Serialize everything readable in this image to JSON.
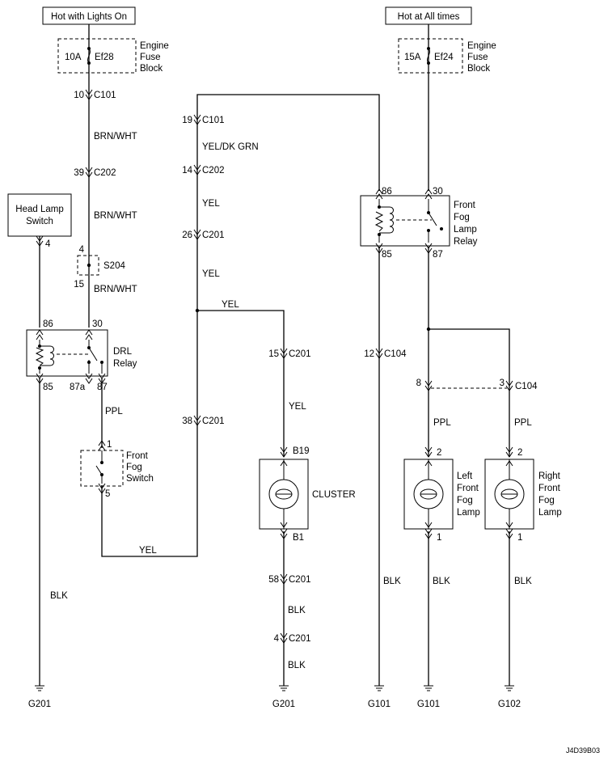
{
  "sources": {
    "left": "Hot with Lights On",
    "right": "Hot at All times"
  },
  "fuses": {
    "ef28": {
      "amp": "10A",
      "name": "Ef28",
      "label": [
        "Engine",
        "Fuse",
        "Block"
      ]
    },
    "ef24": {
      "amp": "15A",
      "name": "Ef24",
      "label": [
        "Engine",
        "Fuse",
        "Block"
      ]
    }
  },
  "components": {
    "head_lamp_switch": [
      "Head Lamp",
      "Switch"
    ],
    "drl_relay": [
      "DRL",
      "Relay"
    ],
    "front_fog_switch": [
      "Front",
      "Fog",
      "Switch"
    ],
    "cluster": "CLUSTER",
    "fog_relay": [
      "Front",
      "Fog",
      "Lamp",
      "Relay"
    ],
    "left_fog_lamp": [
      "Left",
      "Front",
      "Fog",
      "Lamp"
    ],
    "right_fog_lamp": [
      "Right",
      "Front",
      "Fog",
      "Lamp"
    ],
    "splice": "S204"
  },
  "pins": {
    "c101_a": "10",
    "c202_a": "39",
    "s204_in": "4",
    "s204_out": "15",
    "hls": "4",
    "drl_86": "86",
    "drl_30": "30",
    "drl_85": "85",
    "drl_87a": "87a",
    "drl_87": "87",
    "ffs_in": "1",
    "ffs_out": "5",
    "c101_b": "19",
    "c202_b": "14",
    "c201_a": "26",
    "c201_b": "38",
    "c201_c": "15",
    "b19": "B19",
    "b1": "B1",
    "c201_d": "58",
    "c201_e": "4",
    "fr_86": "86",
    "fr_30": "30",
    "fr_85": "85",
    "fr_87": "87",
    "c104_a": "12",
    "c104_b": "8",
    "c104_c": "3",
    "lamp_l_in": "2",
    "lamp_l_out": "1",
    "lamp_r_in": "2",
    "lamp_r_out": "1"
  },
  "connectors": {
    "c101": "C101",
    "c202": "C202",
    "c201": "C201",
    "c104": "C104"
  },
  "wires": {
    "brn_wht": "BRN/WHT",
    "yel_dk_grn": "YEL/DK GRN",
    "yel": "YEL",
    "ppl": "PPL",
    "blk": "BLK"
  },
  "grounds": {
    "g201": "G201",
    "g101": "G101",
    "g102": "G102"
  },
  "figure_id": "J4D39B03"
}
